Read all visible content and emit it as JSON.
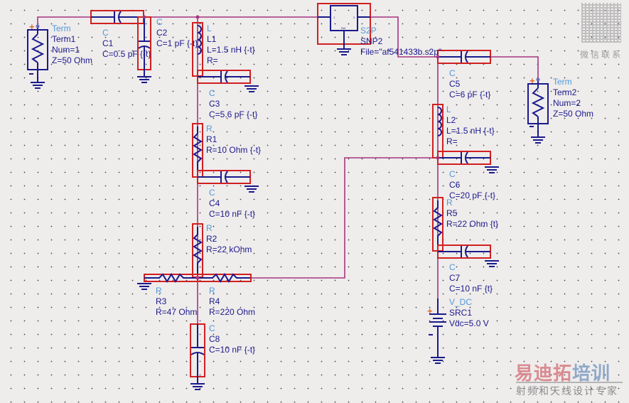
{
  "colors": {
    "wire": "#a5357e",
    "symbol": "#1a1a8c",
    "selection": "#d12020",
    "type_label": "#4f9ad6",
    "plus_marker": "#e06a1e"
  },
  "components": {
    "term1": {
      "type": "Term",
      "name": "Term1",
      "params": [
        "Num=1",
        "Z=50 Ohm"
      ]
    },
    "c1": {
      "type": "C",
      "name": "C1",
      "params": [
        "C=0.5 pF {-t}"
      ]
    },
    "c2": {
      "type": "C",
      "name": "C2",
      "params": [
        "C=1 pF {-t}"
      ]
    },
    "l1": {
      "type": "L",
      "name": "L1",
      "params": [
        "L=1.5 nH {-t}",
        "R="
      ]
    },
    "c3": {
      "type": "C",
      "name": "C3",
      "params": [
        "C=5.6 pF {-t}"
      ]
    },
    "r1": {
      "type": "R",
      "name": "R1",
      "params": [
        "R=10 Ohm {-t}"
      ]
    },
    "c4": {
      "type": "C",
      "name": "C4",
      "params": [
        "C=10 nF {-t}"
      ]
    },
    "r2": {
      "type": "R",
      "name": "R2",
      "params": [
        "R=22 kOhm"
      ]
    },
    "r3": {
      "type": "R",
      "name": "R3",
      "params": [
        "R=47 Ohm"
      ]
    },
    "r4": {
      "type": "R",
      "name": "R4",
      "params": [
        "R=220 Ohm"
      ]
    },
    "c8": {
      "type": "C",
      "name": "C8",
      "params": [
        "C=10 nF {-t}"
      ]
    },
    "snp2": {
      "type": "S2P",
      "name": "SNP2",
      "params": [
        "File=\"af541433b.s2p\""
      ],
      "pin1": "1",
      "pin2": "2",
      "ref": "Ref"
    },
    "c5": {
      "type": "C",
      "name": "C5",
      "params": [
        "C=6 pF {-t}"
      ]
    },
    "term2": {
      "type": "Term",
      "name": "Term2",
      "params": [
        "Num=2",
        "Z=50 Ohm"
      ]
    },
    "l2": {
      "type": "L",
      "name": "L2",
      "params": [
        "L=1.5 nH {-t}",
        "R="
      ]
    },
    "c6": {
      "type": "C",
      "name": "C6",
      "params": [
        "C=20 pF {-t}"
      ]
    },
    "r5": {
      "type": "R",
      "name": "R5",
      "params": [
        "R=22 Ohm {t}"
      ]
    },
    "c7": {
      "type": "C",
      "name": "C7",
      "params": [
        "C=10 nF {t}"
      ]
    },
    "src1": {
      "type": "V_DC",
      "name": "SRC1",
      "params": [
        "Vdc=5.0 V"
      ]
    }
  },
  "markers": {
    "plus": "+",
    "minus": "−"
  },
  "watermark": {
    "brand_part1": "易迪拓",
    "brand_part2": "培训",
    "tagline": "射频和天线设计专家",
    "qr_caption": "微信联系"
  }
}
